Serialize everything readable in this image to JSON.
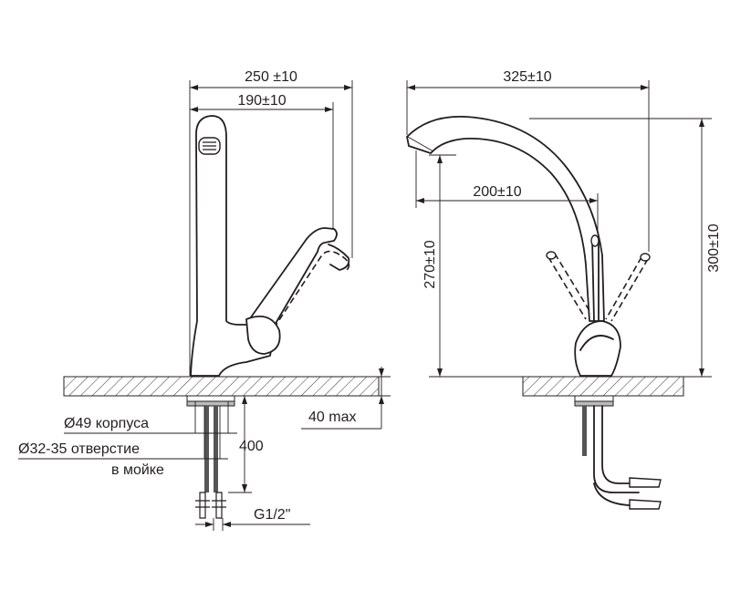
{
  "diagram": {
    "side_view": {
      "total_reach": "250 ±10",
      "spout_reach": "190±10",
      "body_diameter": "Ø49 корпуса",
      "hole_diameter_line1": "Ø32-35 отверстие",
      "hole_diameter_line2": "в мойке",
      "hose_length": "400",
      "max_thickness": "40 max",
      "thread": "G1/2\""
    },
    "front_view": {
      "total_width": "325±10",
      "spout_offset": "200±10",
      "spout_height": "270±10",
      "total_height": "300±10"
    },
    "colors": {
      "line": "#231f20",
      "background": "#ffffff"
    }
  }
}
